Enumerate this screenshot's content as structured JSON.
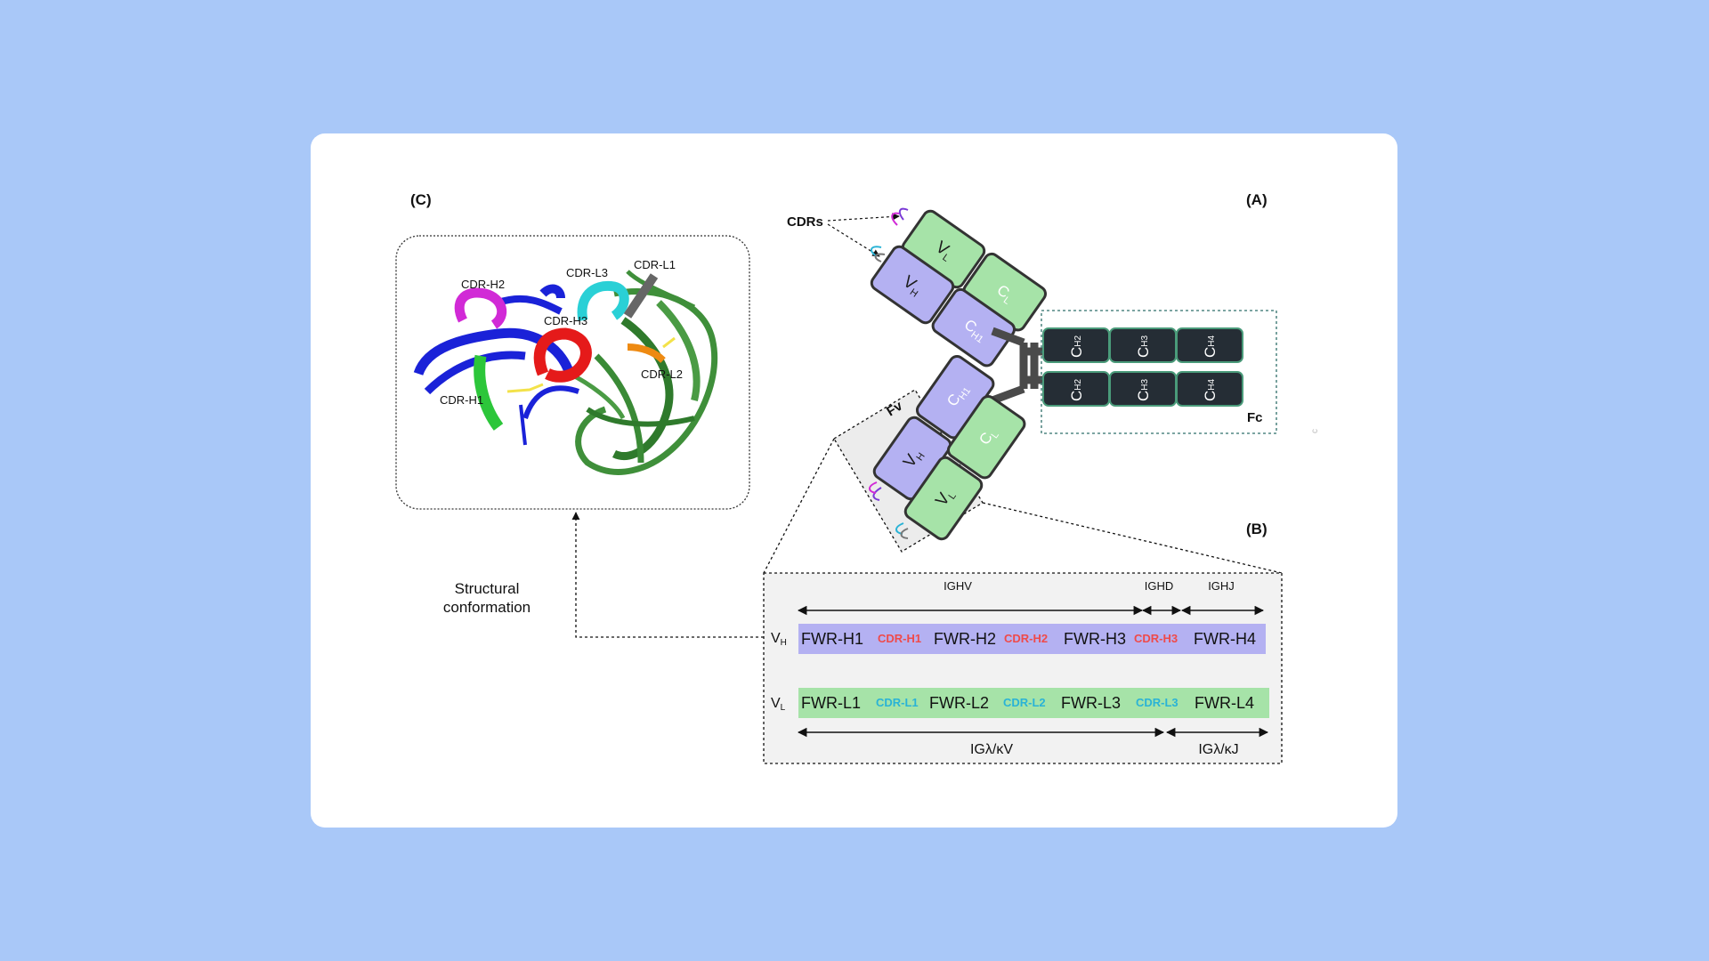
{
  "panels": {
    "c_label": "(C)",
    "a_label": "(A)",
    "b_label": "(B)"
  },
  "antibody": {
    "cdrs_label": "CDRs",
    "fv_label": "Fv",
    "fc_label": "Fc",
    "domains": {
      "vl": "V",
      "vl_sub": "L",
      "cl": "C",
      "cl_sub": "L",
      "vh": "V",
      "vh_sub": "H",
      "ch1": "C",
      "ch1_sub": "H1",
      "ch2": "C",
      "ch2_sub": "H2",
      "ch3": "C",
      "ch3_sub": "H3",
      "ch4": "C",
      "ch4_sub": "H4"
    },
    "colors": {
      "light": "#a6e3a8",
      "heavy": "#b4b1f2",
      "fc": "#252d35",
      "hinge": "#4a4a4a"
    }
  },
  "structure": {
    "labels": {
      "h2": "CDR-H2",
      "l3": "CDR-L3",
      "l1": "CDR-L1",
      "h3": "CDR-H3",
      "l2": "CDR-L2",
      "h1": "CDR-H1"
    },
    "caption_line1": "Structural",
    "caption_line2": "conformation"
  },
  "sequence": {
    "gene_heavy": [
      "IGHV",
      "IGHD",
      "IGHJ"
    ],
    "gene_light": [
      "IGλ/κV",
      "IGλ/κJ"
    ],
    "vh_row": {
      "row_label": "V",
      "row_sub": "H",
      "segments": [
        "FWR-H1",
        "CDR-H1",
        "FWR-H2",
        "CDR-H2",
        "FWR-H3",
        "CDR-H3",
        "FWR-H4"
      ]
    },
    "vl_row": {
      "row_label": "V",
      "row_sub": "L",
      "segments": [
        "FWR-L1",
        "CDR-L1",
        "FWR-L2",
        "CDR-L2",
        "FWR-L3",
        "CDR-L3",
        "FWR-L4"
      ]
    },
    "colors": {
      "vh_bar": "#b4b1f2",
      "vl_bar": "#a6e3a8",
      "cdr_heavy": "#ef4a4a",
      "cdr_light": "#2ab3d6"
    }
  },
  "stray_mark": "c"
}
